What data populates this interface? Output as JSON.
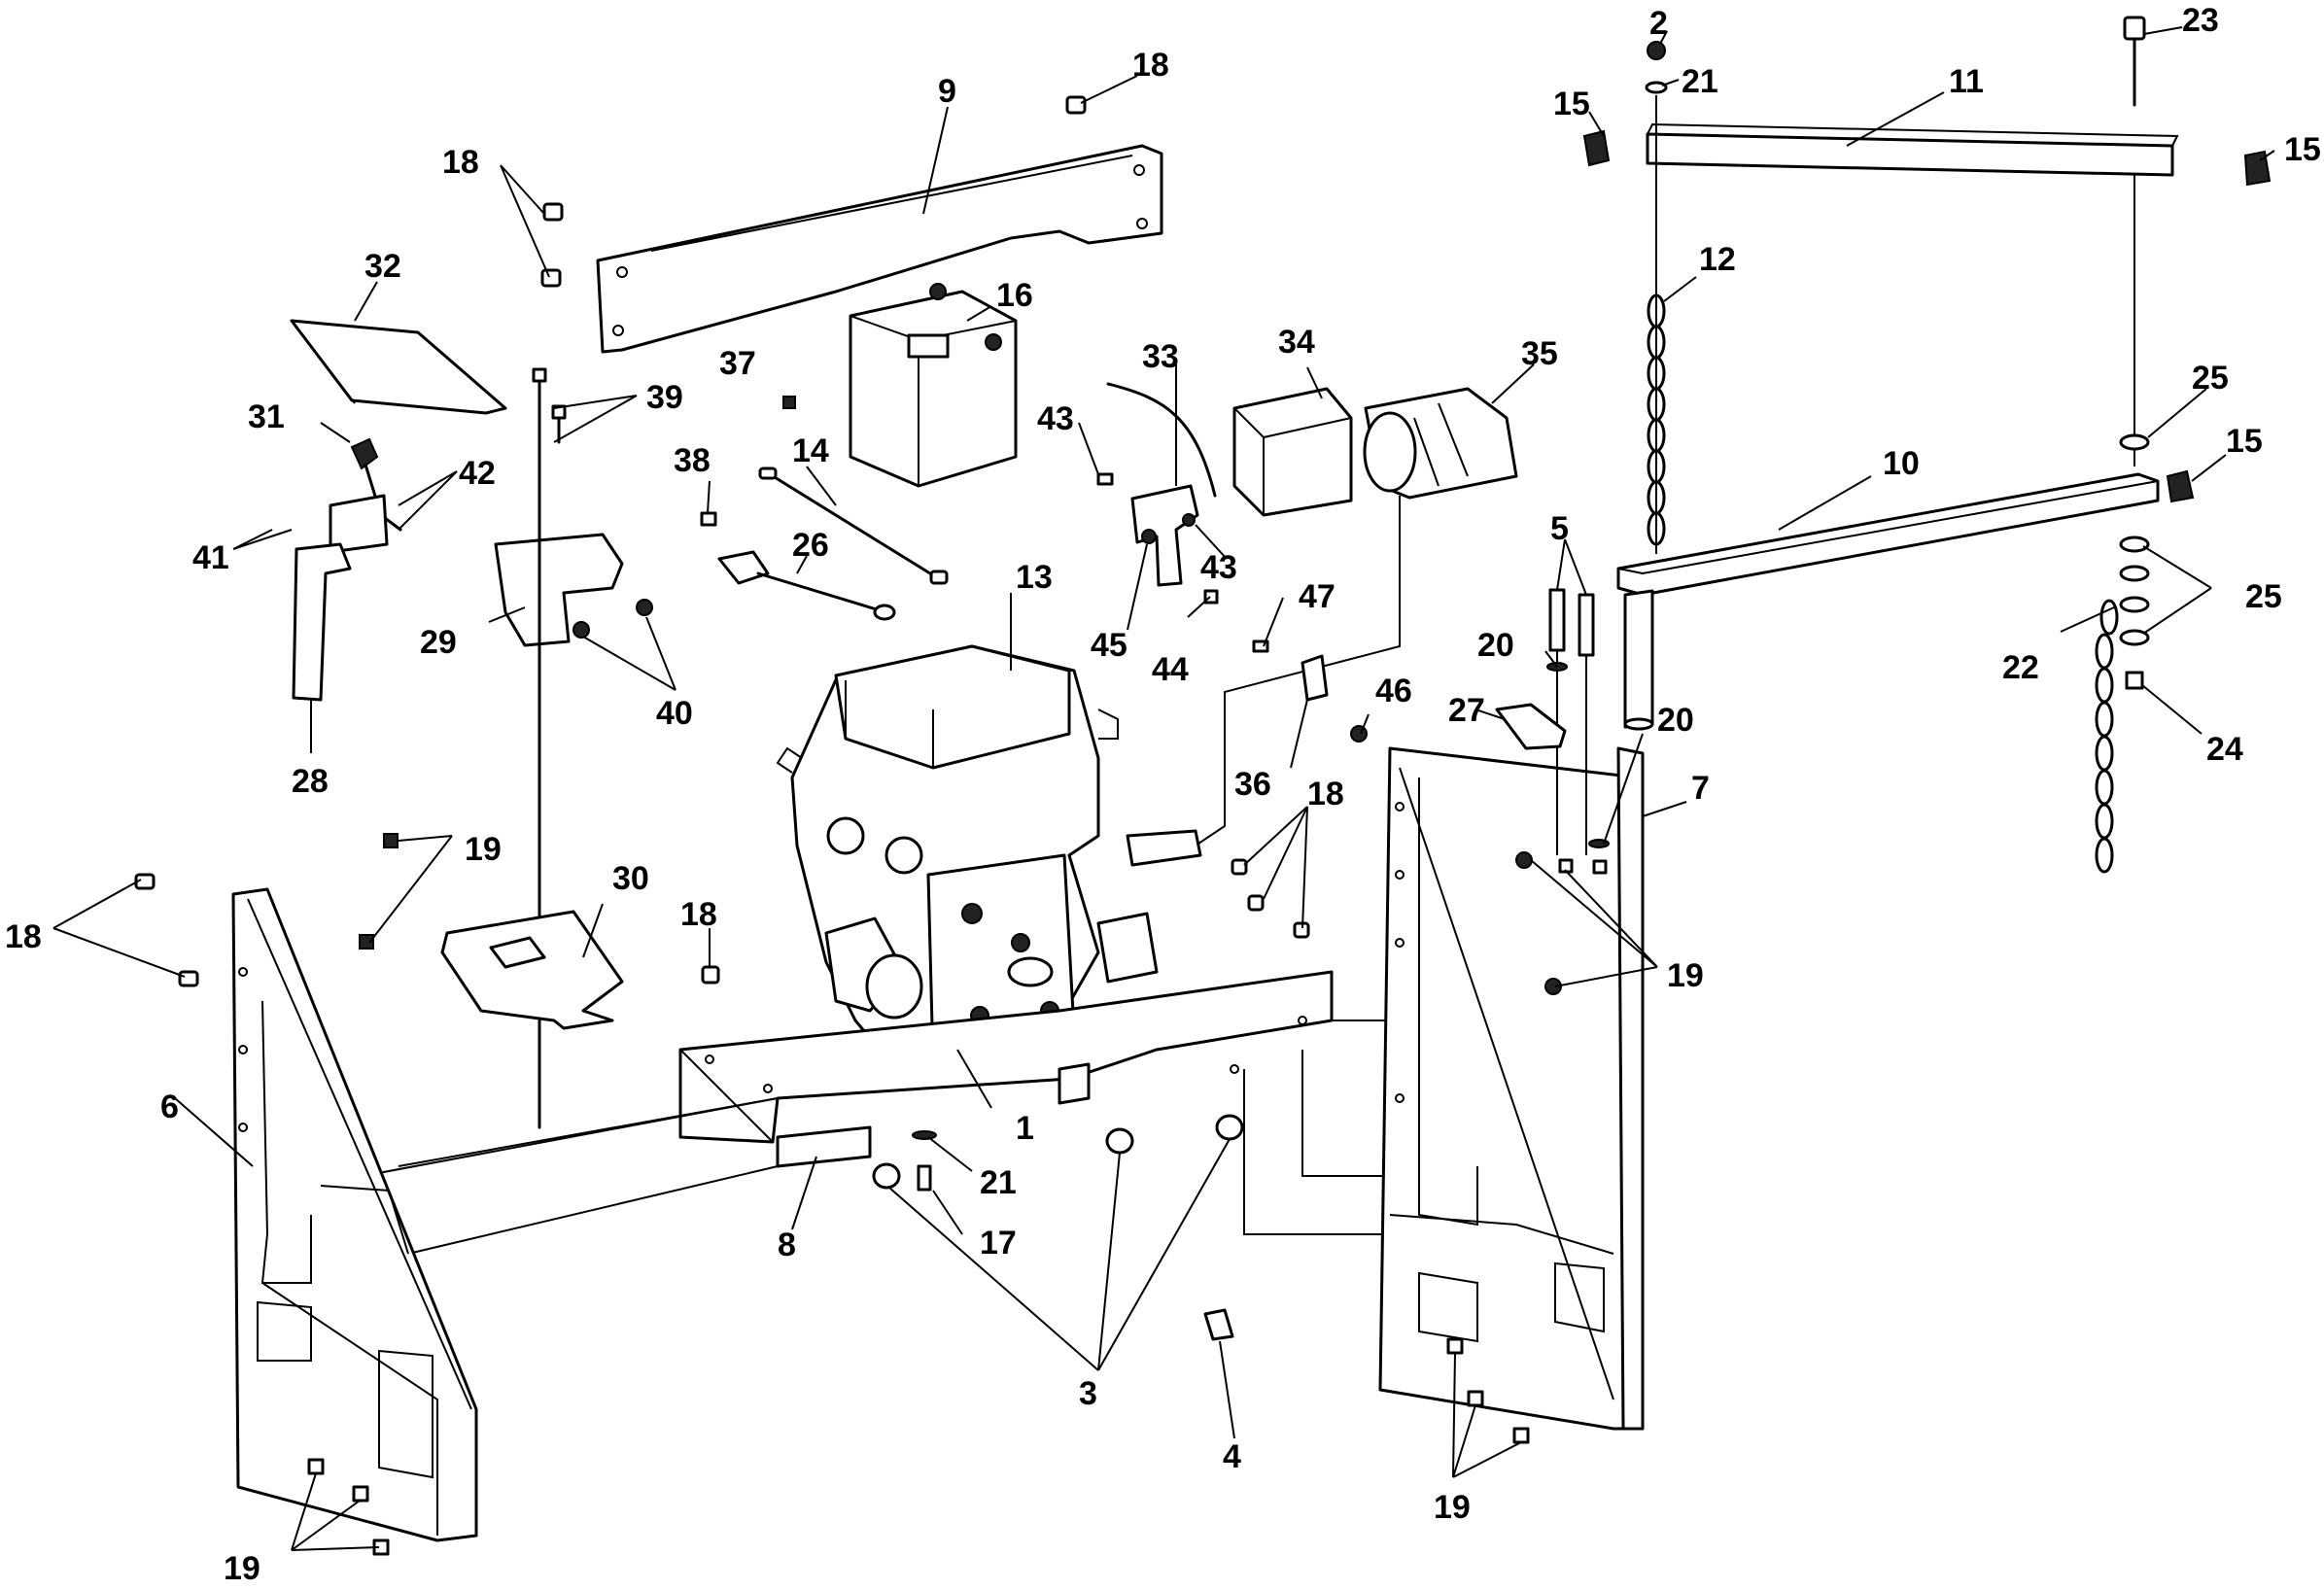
{
  "callouts": [
    {
      "id": "c2",
      "label": "2"
    },
    {
      "id": "c21a",
      "label": "21"
    },
    {
      "id": "c23",
      "label": "23"
    },
    {
      "id": "c15a",
      "label": "15"
    },
    {
      "id": "c11",
      "label": "11"
    },
    {
      "id": "c15b",
      "label": "15"
    },
    {
      "id": "c18a",
      "label": "18"
    },
    {
      "id": "c9",
      "label": "9"
    },
    {
      "id": "c18b",
      "label": "18"
    },
    {
      "id": "c12",
      "label": "12"
    },
    {
      "id": "c32",
      "label": "32"
    },
    {
      "id": "c16",
      "label": "16"
    },
    {
      "id": "c37",
      "label": "37"
    },
    {
      "id": "c33",
      "label": "33"
    },
    {
      "id": "c34",
      "label": "34"
    },
    {
      "id": "c35",
      "label": "35"
    },
    {
      "id": "c39",
      "label": "39"
    },
    {
      "id": "c25a",
      "label": "25"
    },
    {
      "id": "c15c",
      "label": "15"
    },
    {
      "id": "c31",
      "label": "31"
    },
    {
      "id": "c38",
      "label": "38"
    },
    {
      "id": "c14",
      "label": "14"
    },
    {
      "id": "c43a",
      "label": "43"
    },
    {
      "id": "c42",
      "label": "42"
    },
    {
      "id": "c10",
      "label": "10"
    },
    {
      "id": "c41",
      "label": "41"
    },
    {
      "id": "c43b",
      "label": "43"
    },
    {
      "id": "c5",
      "label": "5"
    },
    {
      "id": "c26",
      "label": "26"
    },
    {
      "id": "c13",
      "label": "13"
    },
    {
      "id": "c25b",
      "label": "25"
    },
    {
      "id": "c29",
      "label": "29"
    },
    {
      "id": "c45",
      "label": "45"
    },
    {
      "id": "c47",
      "label": "47"
    },
    {
      "id": "c20a",
      "label": "20"
    },
    {
      "id": "c22",
      "label": "22"
    },
    {
      "id": "c44",
      "label": "44"
    },
    {
      "id": "c40",
      "label": "40"
    },
    {
      "id": "c46",
      "label": "46"
    },
    {
      "id": "c27",
      "label": "27"
    },
    {
      "id": "c24",
      "label": "24"
    },
    {
      "id": "c20b",
      "label": "20"
    },
    {
      "id": "c28",
      "label": "28"
    },
    {
      "id": "c36",
      "label": "36"
    },
    {
      "id": "c18c",
      "label": "18"
    },
    {
      "id": "c7",
      "label": "7"
    },
    {
      "id": "c19a",
      "label": "19"
    },
    {
      "id": "c30",
      "label": "30"
    },
    {
      "id": "c18d",
      "label": "18"
    },
    {
      "id": "c19b",
      "label": "19"
    },
    {
      "id": "c18e",
      "label": "18"
    },
    {
      "id": "c6",
      "label": "6"
    },
    {
      "id": "c1",
      "label": "1"
    },
    {
      "id": "c21b",
      "label": "21"
    },
    {
      "id": "c17",
      "label": "17"
    },
    {
      "id": "c8",
      "label": "8"
    },
    {
      "id": "c3",
      "label": "3"
    },
    {
      "id": "c4",
      "label": "4"
    },
    {
      "id": "c19c",
      "label": "19"
    },
    {
      "id": "c19d",
      "label": "19"
    }
  ]
}
